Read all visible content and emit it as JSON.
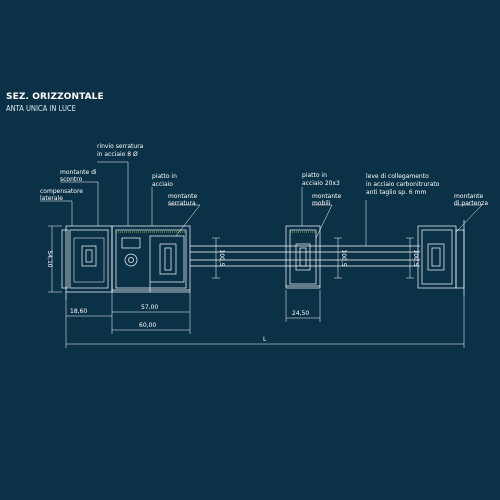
{
  "header": {
    "title": "SEZ. ORIZZONTALE",
    "subtitle": "ANTA UNICA IN LUCE"
  },
  "labels": {
    "rinvio_serratura": [
      "rinvio serratura",
      "in acciaio 8 Ø"
    ],
    "montante_scontro": [
      "montante di",
      "scontro"
    ],
    "piatto_acciaio_left": [
      "piatto in",
      "acciaio"
    ],
    "compensatore": [
      "compensatore",
      "laterale"
    ],
    "montante_serratura": [
      "montante",
      "serratura"
    ],
    "piatto_acciaio_mid": [
      "piatto in",
      "acciaio 20x3"
    ],
    "montante_mobili": [
      "montante",
      "mobili"
    ],
    "leve": [
      "leve di collegamento",
      "in acciaio carbonitrurato",
      "anti taglio sp. 6 mm"
    ],
    "montante_partenza": [
      "montante",
      "di partenza"
    ]
  },
  "dimensions": {
    "height_left": "54,10",
    "d_18_60": "18,60",
    "d_57_00": "57,00",
    "d_60_00": "60,00",
    "d_24_50": "24,50",
    "total_L": "L",
    "vert_100_a": "100,5",
    "vert_100_b": "100,5",
    "vert_100_c": "100,5"
  },
  "colors": {
    "background": "#0b3147",
    "line": "#ffffff",
    "accent": "#c9d63a"
  }
}
